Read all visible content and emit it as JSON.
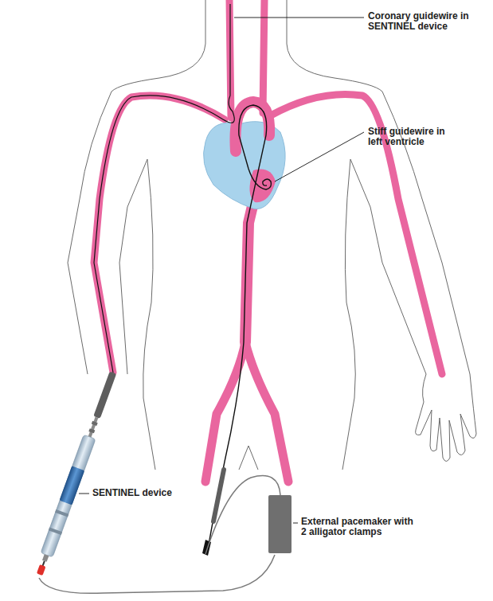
{
  "diagram": {
    "labels": [
      "Coronary guidewire in SENTINEL device",
      "Stiff guidewire in left ventricle",
      "SENTINEL device",
      "External pacemaker with 2 alligator clamps"
    ]
  }
}
